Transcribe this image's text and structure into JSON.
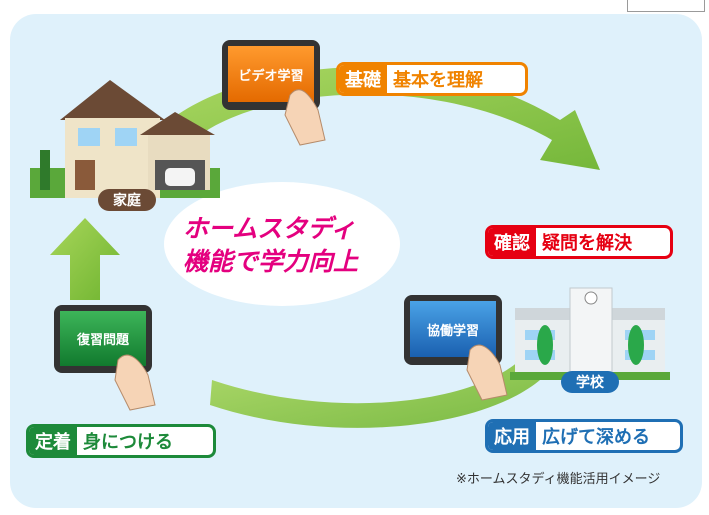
{
  "center": {
    "line1": "ホームスタディ",
    "line2": "機能で学力向上"
  },
  "tablets": {
    "video": "ビデオ学習",
    "review": "復習問題",
    "collab": "協働学習"
  },
  "places": {
    "home": "家庭",
    "school": "学校"
  },
  "labels": {
    "basic": {
      "key": "基礎",
      "value": "基本を理解"
    },
    "confirm": {
      "key": "確認",
      "value": "疑問を解決"
    },
    "apply": {
      "key": "応用",
      "value": "広げて深める"
    },
    "fix": {
      "key": "定着",
      "value": "身につける"
    }
  },
  "colors": {
    "orange": "#f08300",
    "red": "#e60012",
    "blue": "#1f6fb4",
    "green": "#1d8a3a",
    "arrow": "#8cc63f",
    "title": "#e4007f"
  },
  "note": "※ホームスタディ機能活用イメージ"
}
